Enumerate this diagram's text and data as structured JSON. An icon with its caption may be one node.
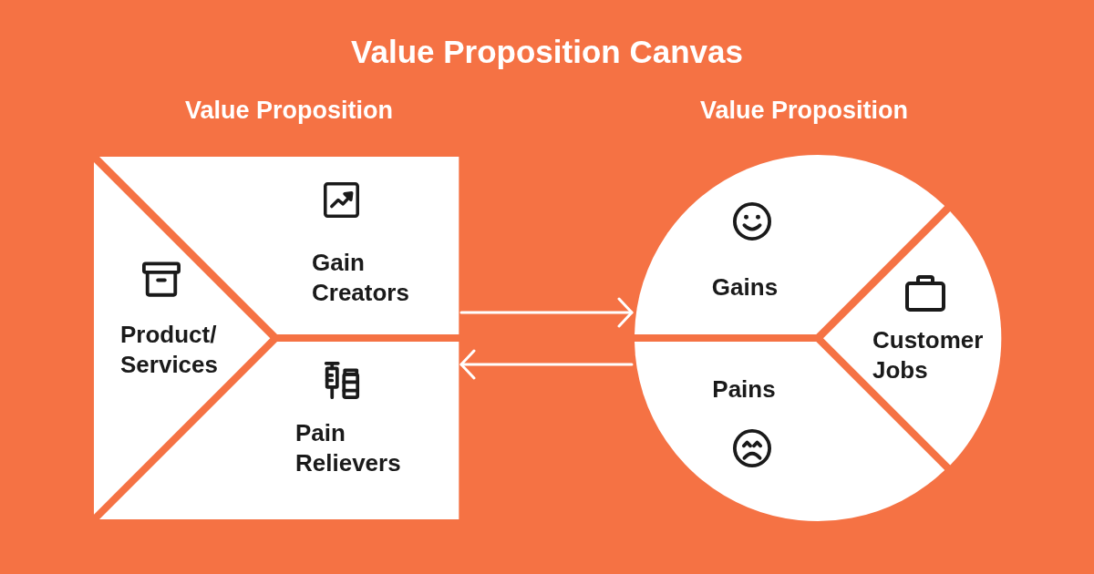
{
  "diagram": {
    "title": "Value Proposition Canvas",
    "nodes": [
      {
        "text": [
          "Value Proposition"
        ]
      },
      {
        "text": [
          "Product/ Services"
        ],
        "in": 0
      },
      {
        "text": [
          "Gain Creators"
        ],
        "in": 0
      },
      {
        "text": [
          "Pain Relievers"
        ],
        "in": 0
      },
      {
        "text": [
          "Value Proposition"
        ]
      },
      {
        "text": [
          "Gains"
        ],
        "in": 4
      },
      {
        "text": [
          "Customer Jobs"
        ],
        "in": 4
      },
      {
        "text": [
          "Pains"
        ],
        "in": 4
      }
    ],
    "edges": [
      {
        "from": 0,
        "to": 4,
        "arrow": "to"
      },
      {
        "from": 4,
        "to": 0,
        "arrow": "to"
      }
    ]
  }
}
